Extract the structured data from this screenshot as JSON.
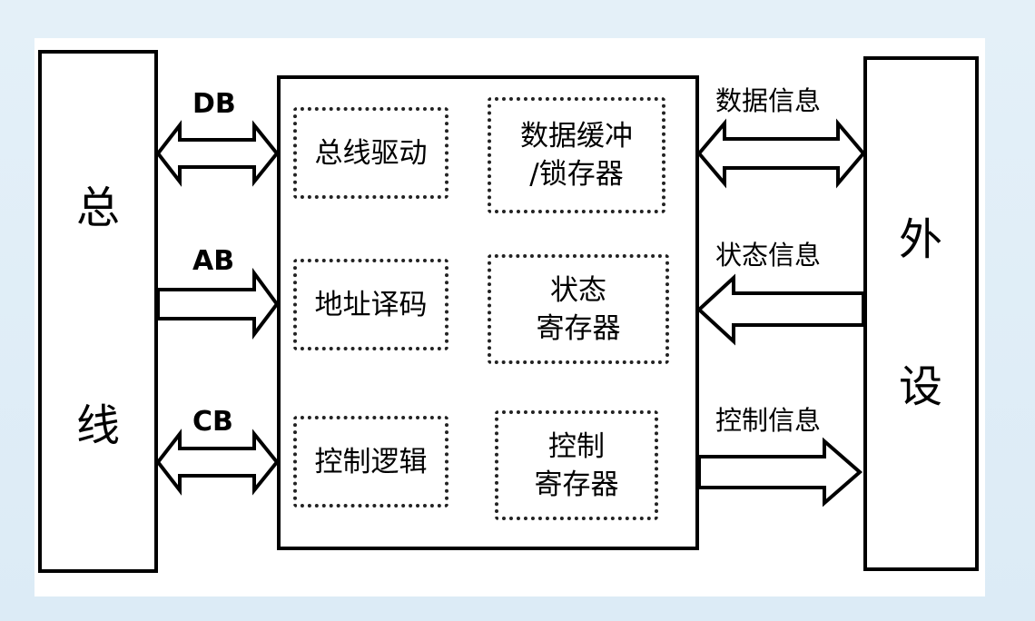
{
  "bus": {
    "char1": "总",
    "char2": "线"
  },
  "peripheral": {
    "char1": "外",
    "char2": "设"
  },
  "bus_lines": {
    "db": "DB",
    "ab": "AB",
    "cb": "CB"
  },
  "left_blocks": {
    "bus_driver": "总线驱动",
    "addr_decode": "地址译码",
    "control_logic": "控制逻辑"
  },
  "right_blocks": {
    "data_buffer_line1": "数据缓冲",
    "data_buffer_line2": "/锁存器",
    "status_reg_line1": "状态",
    "status_reg_line2": "寄存器",
    "control_reg_line1": "控制",
    "control_reg_line2": "寄存器"
  },
  "signals": {
    "data_info": "数据信息",
    "status_info": "状态信息",
    "control_info": "控制信息"
  }
}
